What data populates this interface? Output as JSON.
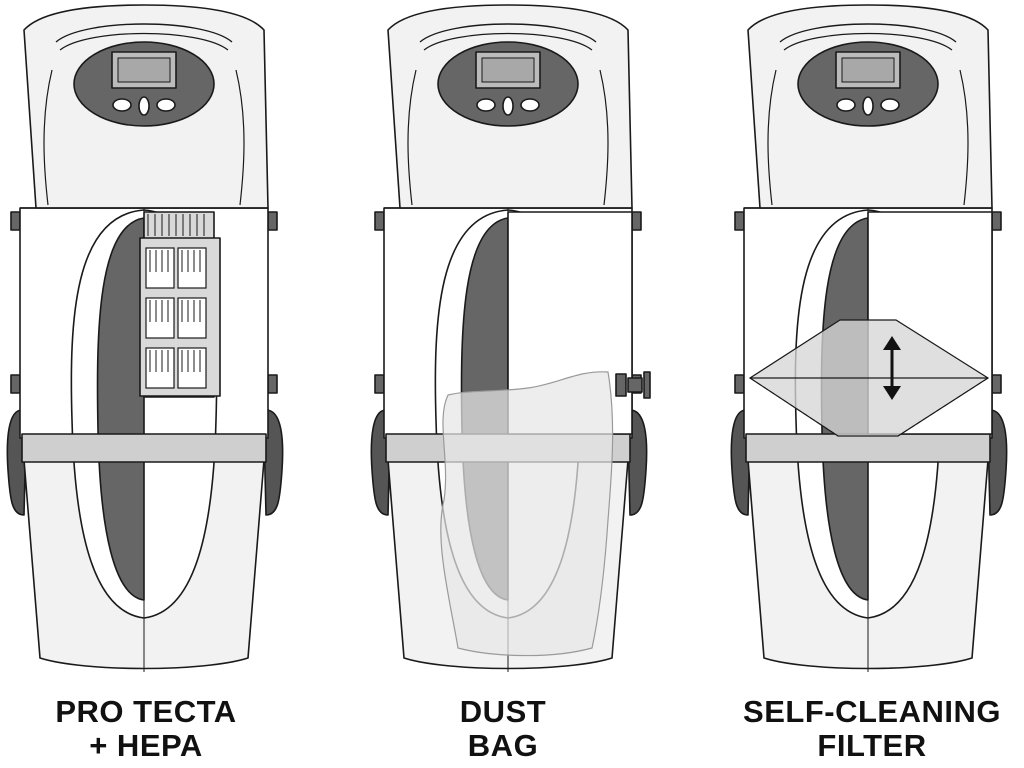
{
  "units": [
    {
      "id": "pro-tecta-hepa",
      "filter": "hepa-cartridge",
      "caption": [
        "PRO TECTA",
        "+ HEPA"
      ]
    },
    {
      "id": "dust-bag",
      "filter": "dust-bag",
      "caption": [
        "DUST",
        "BAG"
      ]
    },
    {
      "id": "self-cleaning-filter",
      "filter": "self-cleaning-cone",
      "caption": [
        "SELF-CLEANING",
        "FILTER"
      ]
    }
  ],
  "colors": {
    "outline": "#1a1a1a",
    "body_fill": "#f2f2f2",
    "body_fill_light": "#ffffff",
    "panel_dark": "#666666",
    "band": "#cfcfcf",
    "handle": "#555555",
    "screen": "#bbbbbb",
    "filter_grid": "#d9d9d9",
    "bag": "#e6e6e6",
    "cone": "#d6d6d6"
  },
  "icons": {
    "arrow": "double-vertical-arrow-icon",
    "display": "lcd-screen-icon"
  }
}
